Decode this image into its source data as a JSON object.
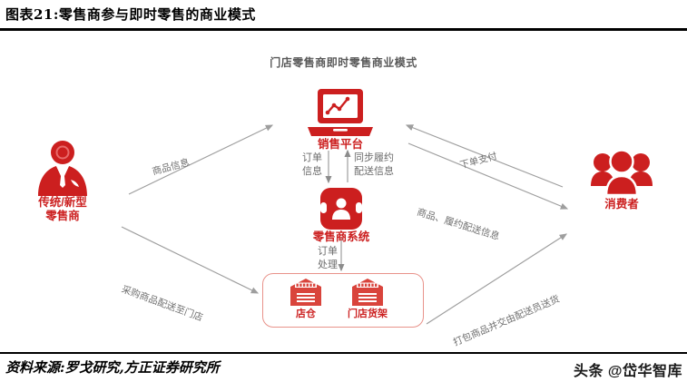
{
  "header": {
    "title": "图表21:零售商参与即时零售的商业模式"
  },
  "footer": {
    "source": "资料来源:罗戈研究,方正证券研究所",
    "watermark": "头条 @岱华智库"
  },
  "diagram": {
    "subtitle": "门店零售商即时零售商业模式",
    "accent_color": "#cc2020",
    "arrow_color": "#9e9e9e",
    "box_border_color": "#e8928a",
    "nodes": [
      {
        "id": "retailer",
        "label_line1": "传统/新型",
        "label_line2": "零售商",
        "icon": "businessman-icon"
      },
      {
        "id": "platform",
        "label_line1": "销售平台",
        "label_line2": "",
        "icon": "laptop-chart-icon"
      },
      {
        "id": "system",
        "label_line1": "零售商系统",
        "label_line2": "",
        "icon": "user-card-icon"
      },
      {
        "id": "consumer",
        "label_line1": "消费者",
        "label_line2": "",
        "icon": "people-group-icon"
      }
    ],
    "store_box": {
      "items": [
        {
          "id": "warehouse",
          "label": "店仓",
          "icon": "warehouse-icon"
        },
        {
          "id": "shelf",
          "label": "门店货架",
          "icon": "warehouse-icon"
        }
      ]
    },
    "flow_labels": {
      "order_info": "订单\n信息",
      "order_info_line1": "订单",
      "order_info_line2": "信息",
      "sync_fulfillment_line1": "同步履约",
      "sync_fulfillment_line2": "配送信息",
      "order_process_line1": "订单",
      "order_process_line2": "处理"
    },
    "edge_labels": {
      "goods_info": "商品信息",
      "order_payment": "下单支付",
      "goods_and_delivery_info": "商品、履约配送信息",
      "purchase_to_store": "采购商品配送至门店",
      "pack_and_courier": "打包商品并交由配送员送货"
    }
  }
}
